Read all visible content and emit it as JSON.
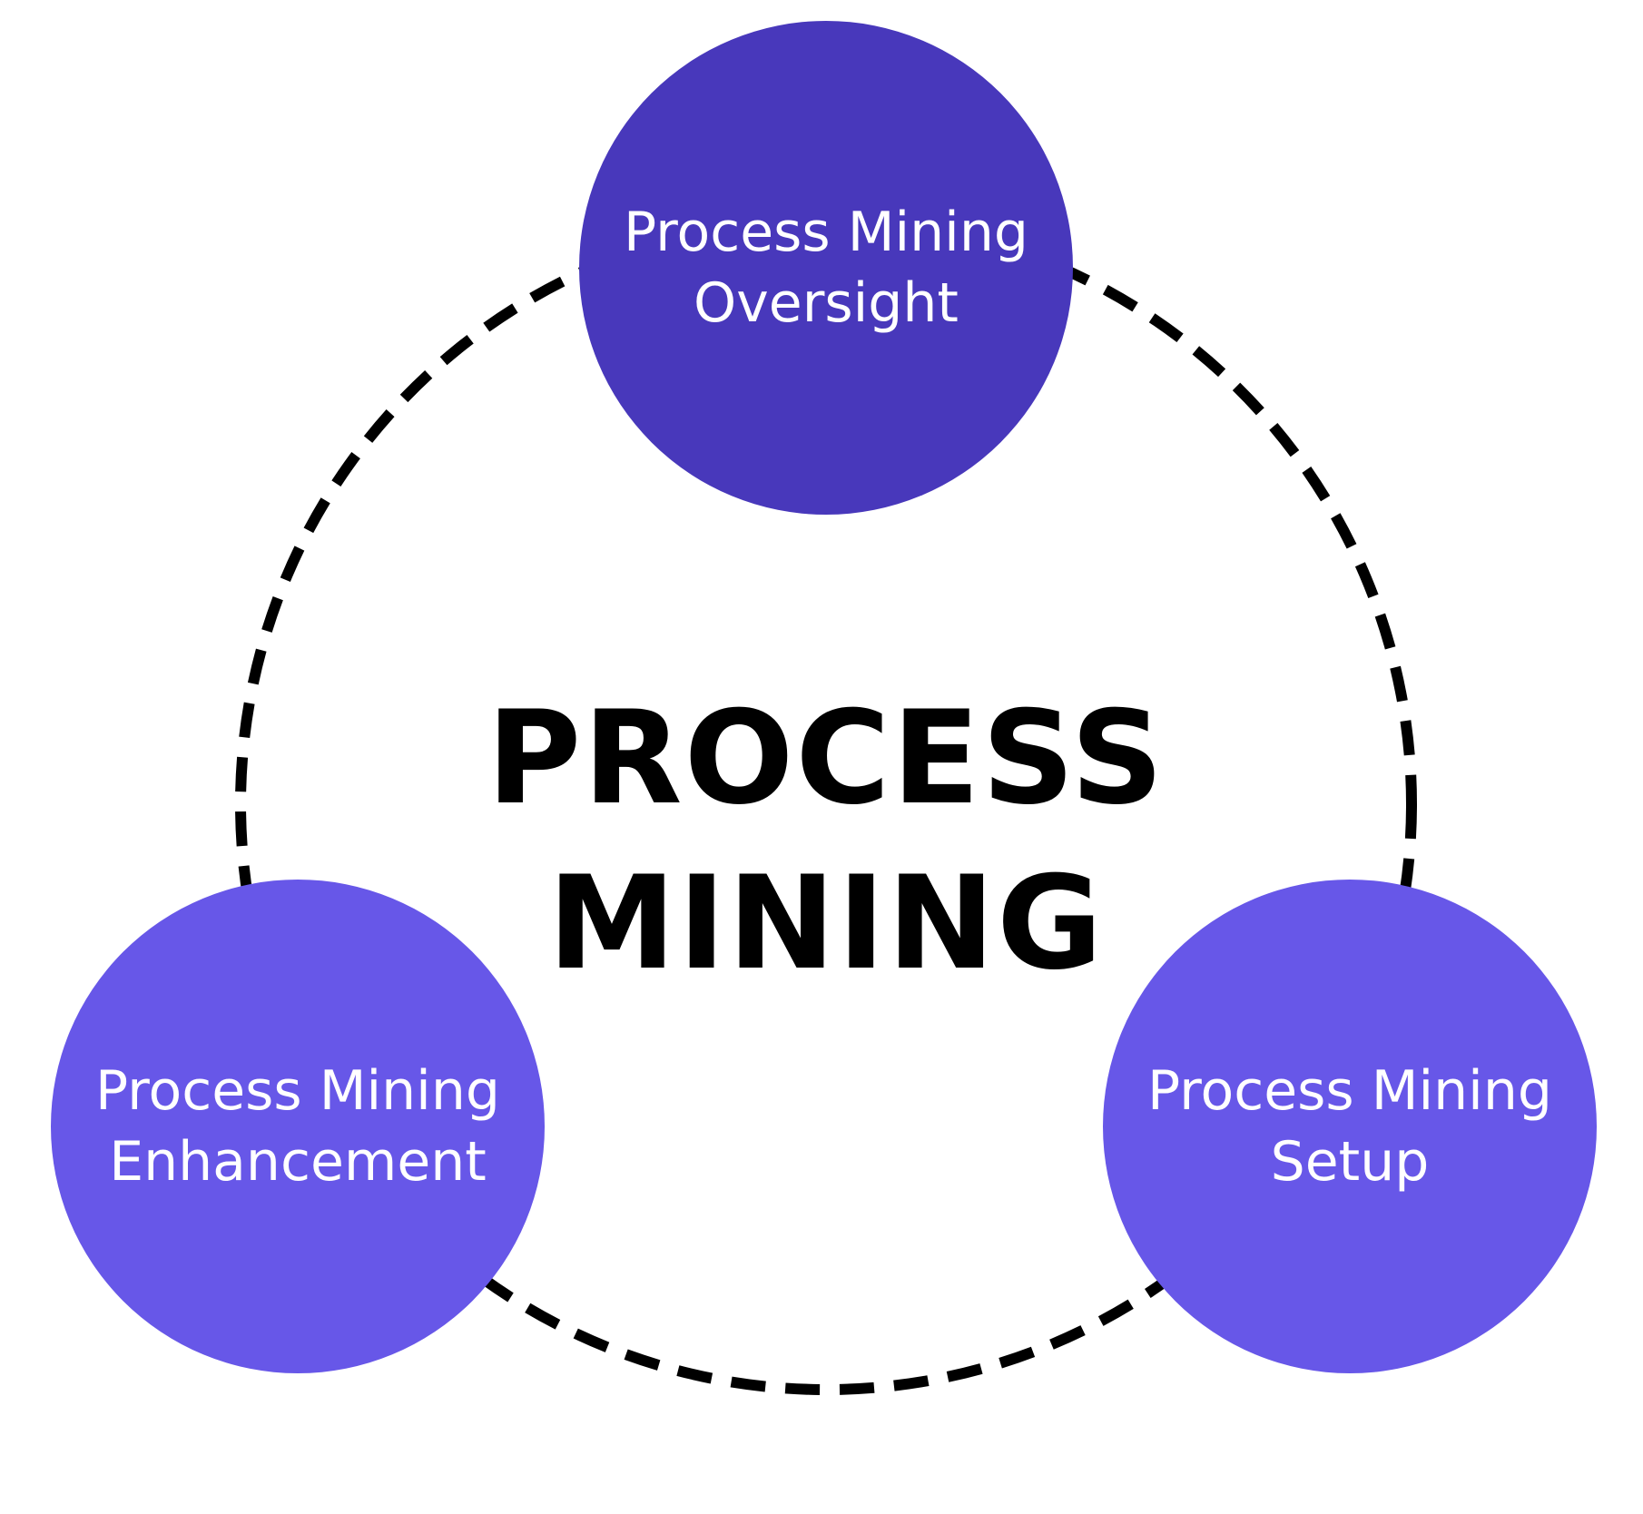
{
  "diagram": {
    "center": {
      "line1": "PROCESS",
      "line2": "MINING"
    },
    "nodes": [
      {
        "id": "oversight",
        "line1": "Process Mining",
        "line2": "Oversight",
        "color": "#4838BB"
      },
      {
        "id": "enhancement",
        "line1": "Process Mining",
        "line2": "Enhancement",
        "color": "#6757E8"
      },
      {
        "id": "setup",
        "line1": "Process Mining",
        "line2": "Setup",
        "color": "#6757E8"
      }
    ],
    "ring_color": "#000000"
  }
}
